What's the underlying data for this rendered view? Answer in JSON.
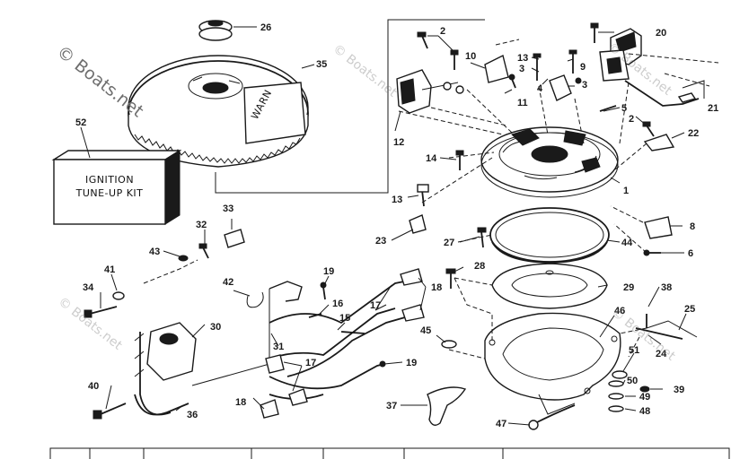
{
  "watermarks": [
    "© Boats.net",
    "© Boats.net",
    "© Boats.net",
    "© Boats.net",
    "© Boats.net"
  ],
  "kit_label": {
    "line1": "IGNITION",
    "line2": "TUNE-UP KIT"
  },
  "flywheel_text": "WARN",
  "callouts": [
    "26",
    "35",
    "52",
    "2",
    "20",
    "10",
    "13",
    "3",
    "9",
    "11",
    "4",
    "3",
    "21",
    "5",
    "2",
    "22",
    "12",
    "14",
    "1",
    "13",
    "8",
    "23",
    "27",
    "44",
    "6",
    "33",
    "32",
    "43",
    "41",
    "34",
    "42",
    "19",
    "16",
    "15",
    "17",
    "18",
    "28",
    "29",
    "38",
    "25",
    "30",
    "31",
    "45",
    "46",
    "24",
    "51",
    "50",
    "39",
    "49",
    "48",
    "40",
    "36",
    "18",
    "17",
    "19",
    "37",
    "47"
  ],
  "footer_table": {
    "columns": 7
  }
}
